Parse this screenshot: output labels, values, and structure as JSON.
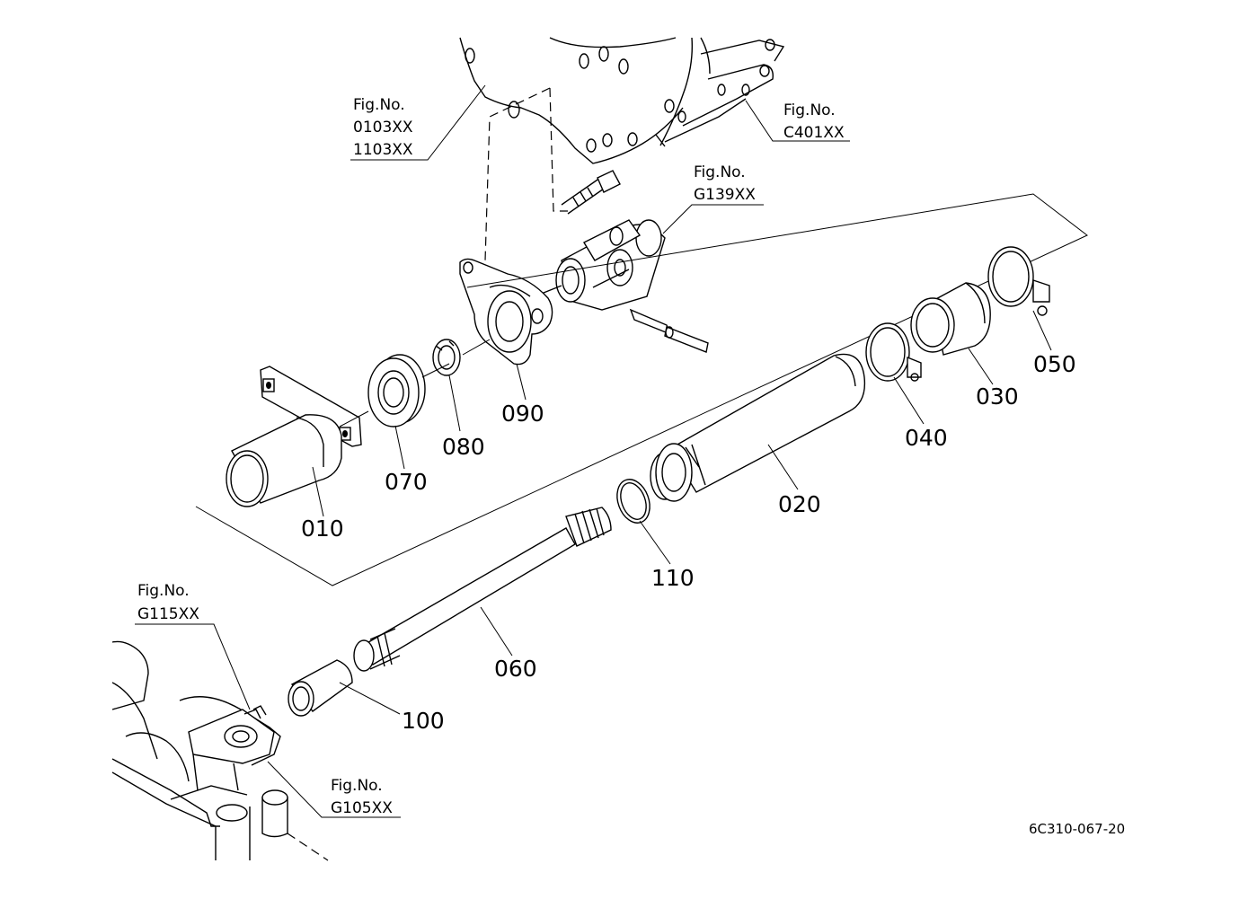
{
  "parts": [
    {
      "number": "010"
    },
    {
      "number": "020"
    },
    {
      "number": "030"
    },
    {
      "number": "040"
    },
    {
      "number": "050"
    },
    {
      "number": "060"
    },
    {
      "number": "070"
    },
    {
      "number": "080"
    },
    {
      "number": "090"
    },
    {
      "number": "100"
    },
    {
      "number": "110"
    }
  ],
  "figure_refs": [
    {
      "line1": "Fig.No.",
      "line2": "0103XX",
      "line3": "1103XX"
    },
    {
      "line1": "Fig.No.",
      "line2": "C401XX"
    },
    {
      "line1": "Fig.No.",
      "line2": "G139XX"
    },
    {
      "line1": "Fig.No.",
      "line2": "G115XX"
    },
    {
      "line1": "Fig.No.",
      "line2": "G105XX"
    }
  ],
  "drawing_code": "6C310-067-20"
}
